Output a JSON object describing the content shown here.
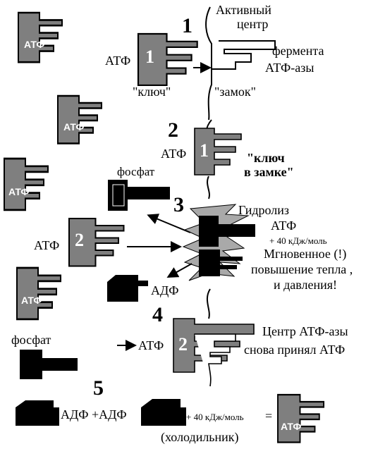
{
  "labels": {
    "atp": "АТФ",
    "adp": "АДФ",
    "phosphate": "фосфат",
    "key": "\"ключ\"",
    "lock": "\"замок\"",
    "active_center_line1": "Активный",
    "active_center_line2": "центр",
    "active_center_line3": "фермента",
    "active_center_line4": "АТФ-азы",
    "key_in_lock_line1": "\"ключ",
    "key_in_lock_line2": "в замке\"",
    "hydrolysis_line1": "Гидролиз",
    "hydrolysis_line2": "АТФ",
    "energy": "+ 40 кДж/моль",
    "instant_line1": "Мгновенное (!)",
    "instant_line2": "повышение тепла ,",
    "instant_line3": "и давления!",
    "center_again_line1": "Центр АТФ-азы",
    "center_again_line2": "снова принял АТФ",
    "adp_plus_adp": "АДФ +АДФ",
    "equals": "=",
    "fridge": "(холодильник)"
  },
  "steps": [
    "1",
    "2",
    "3",
    "4",
    "5"
  ],
  "molecule_numbers": [
    "1",
    "1",
    "2",
    "2"
  ],
  "colors": {
    "atp_fill": "#7f7f7f",
    "phosphate_fill": "#000000",
    "enzyme_fill": "#ffffff",
    "flash_fill": "#a9a9a9",
    "outline": "#000000"
  }
}
